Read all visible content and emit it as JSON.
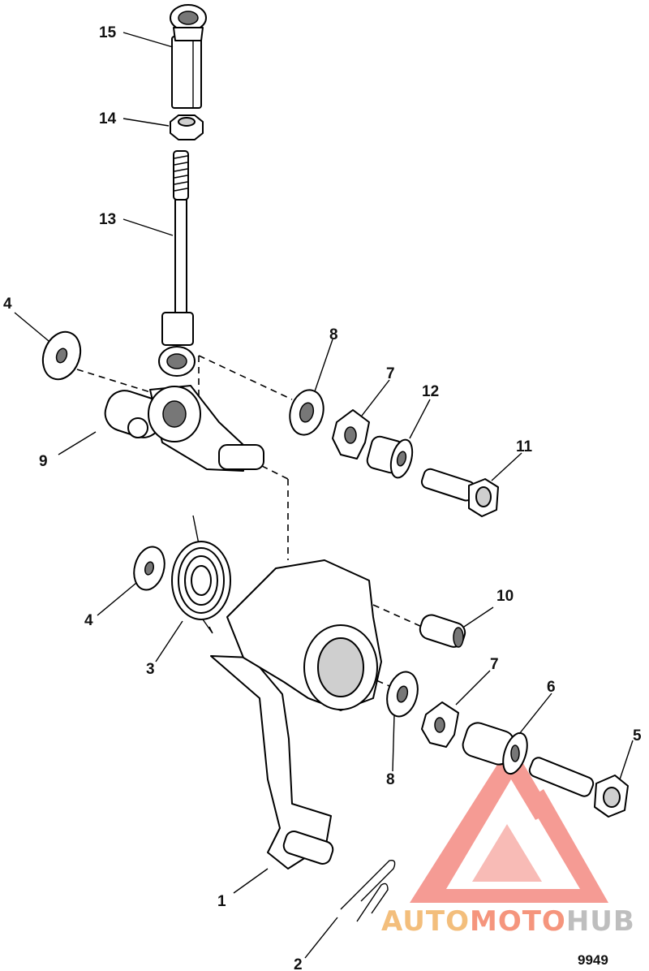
{
  "diagram": {
    "callouts": [
      "1",
      "2",
      "3",
      "4",
      "5",
      "6",
      "7",
      "8",
      "9",
      "10",
      "11",
      "12",
      "13",
      "14",
      "15"
    ],
    "figure_number": "9949",
    "watermark": {
      "text_auto": "AUTO",
      "text_moto": "MOTO",
      "text_hub": "HUB",
      "color_auto": "#f2b86e",
      "color_moto": "#f58a6f",
      "color_hub": "#b7b7b7",
      "logo_color": "#f48a82"
    }
  }
}
